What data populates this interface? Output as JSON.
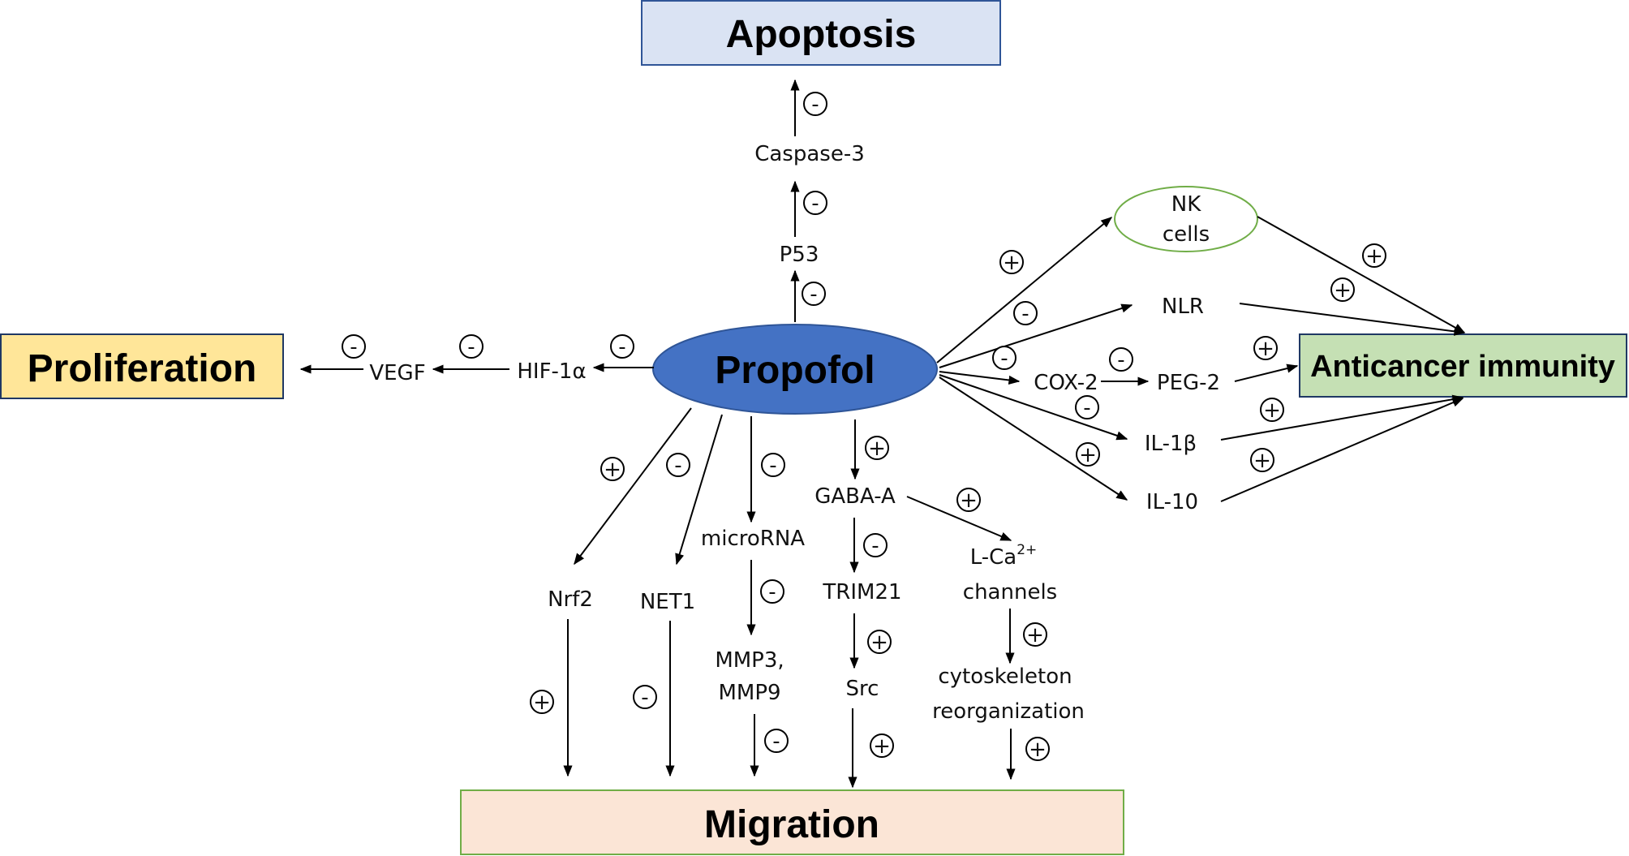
{
  "colors": {
    "apoptosis_fill": "#dae3f3",
    "apoptosis_border": "#2f5597",
    "proliferation_fill": "#ffe699",
    "proliferation_border": "#1f3864",
    "immunity_fill": "#c5e0b4",
    "immunity_border": "#1f3864",
    "migration_fill": "#fbe5d6",
    "migration_border": "#70ad47",
    "propofol_fill": "#4472c4",
    "propofol_border": "#2f5597",
    "nk_border": "#70ad47"
  },
  "nodes": {
    "apoptosis": "Apoptosis",
    "proliferation": "Proliferation",
    "anticancer_immunity": "Anticancer immunity",
    "migration": "Migration",
    "propofol": "Propofol",
    "caspase3": "Caspase-3",
    "p53": "P53",
    "hif1a": "HIF-1α",
    "vegf": "VEGF",
    "nk_line1": "NK",
    "nk_line2": "cells",
    "nlr": "NLR",
    "cox2": "COX-2",
    "peg2": "PEG-2",
    "il1b": "IL-1β",
    "il10": "IL-10",
    "gabaa": "GABA-A",
    "lca_line1": "L-Ca",
    "lca_sup": "2+",
    "lca_line2": "channels",
    "microrna": "microRNA",
    "mmp_line1": "MMP3,",
    "mmp_line2": "MMP9",
    "trim21": "TRIM21",
    "src": "Src",
    "cyto_line1": "cytoskeleton",
    "cyto_line2": "reorganization",
    "nrf2": "Nrf2",
    "net1": "NET1"
  },
  "signs": {
    "plus": "+",
    "minus": "-"
  }
}
